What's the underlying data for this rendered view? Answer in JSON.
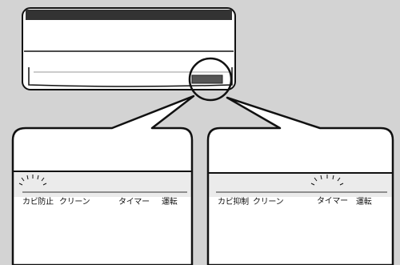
{
  "left_panel": {
    "labels": [
      "カビ防止",
      "クリーン",
      "タイマー",
      "運転"
    ],
    "blinking_indicator": "カビ防止"
  },
  "right_panel": {
    "labels": [
      "カビ抑制",
      "クリーン",
      "タイマー",
      "運転"
    ],
    "blinking_indicator": "タイマー"
  },
  "colors": {
    "background": "#d3d3d3",
    "line": "#111111",
    "panel_fill": "#ffffff",
    "window_shade": "#ebebeb"
  }
}
